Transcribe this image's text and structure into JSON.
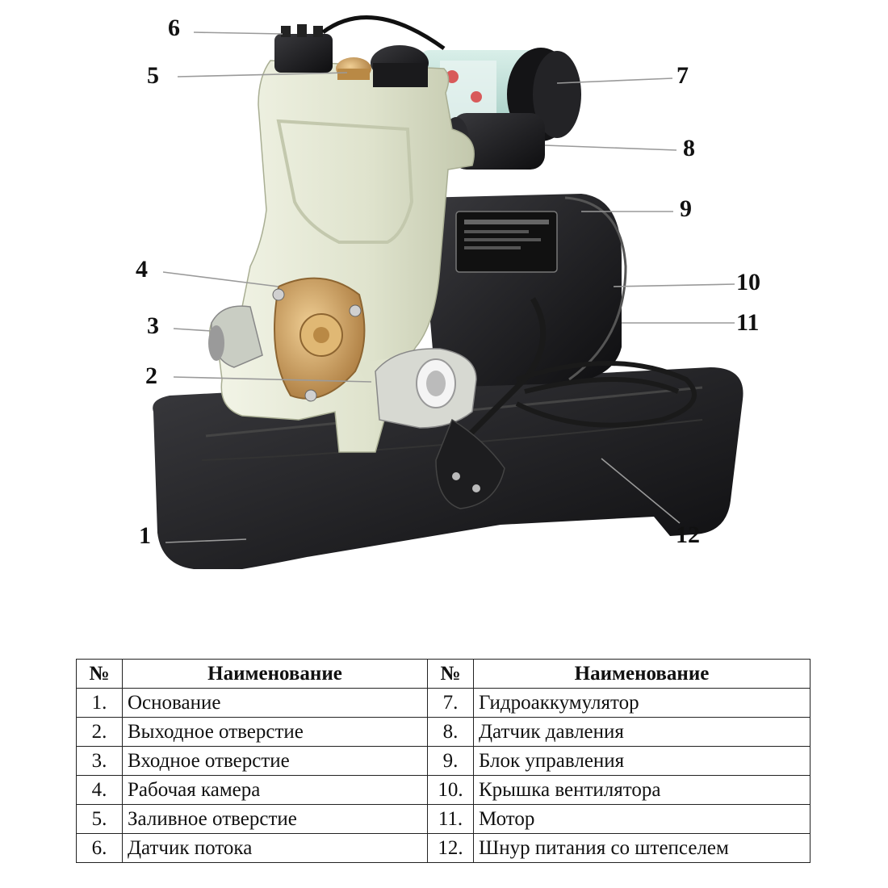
{
  "callouts": [
    "1",
    "2",
    "3",
    "4",
    "5",
    "6",
    "7",
    "8",
    "9",
    "10",
    "11",
    "12"
  ],
  "table": {
    "header_num": "№",
    "header_name": "Наименование",
    "left_rows": [
      {
        "num": "1.",
        "name": "Основание"
      },
      {
        "num": "2.",
        "name": "Выходное отверстие"
      },
      {
        "num": "3.",
        "name": "Входное отверстие"
      },
      {
        "num": "4.",
        "name": "Рабочая камера"
      },
      {
        "num": "5.",
        "name": "Заливное отверстие"
      },
      {
        "num": "6.",
        "name": "Датчик потока"
      }
    ],
    "right_rows": [
      {
        "num": "7.",
        "name": "Гидроаккумулятор"
      },
      {
        "num": "8.",
        "name": "Датчик давления"
      },
      {
        "num": "9.",
        "name": "Блок управления"
      },
      {
        "num": "10.",
        "name": "Крышка вентилятора"
      },
      {
        "num": "11.",
        "name": "Мотор"
      },
      {
        "num": "12.",
        "name": "Шнур питания со штепселем"
      }
    ]
  },
  "colors": {
    "pump_body": "#e6e9d6",
    "base": "#1d1d1f",
    "motor": "#202022",
    "brass": "#c79a57",
    "accumulator_label": "#bfe3de"
  }
}
